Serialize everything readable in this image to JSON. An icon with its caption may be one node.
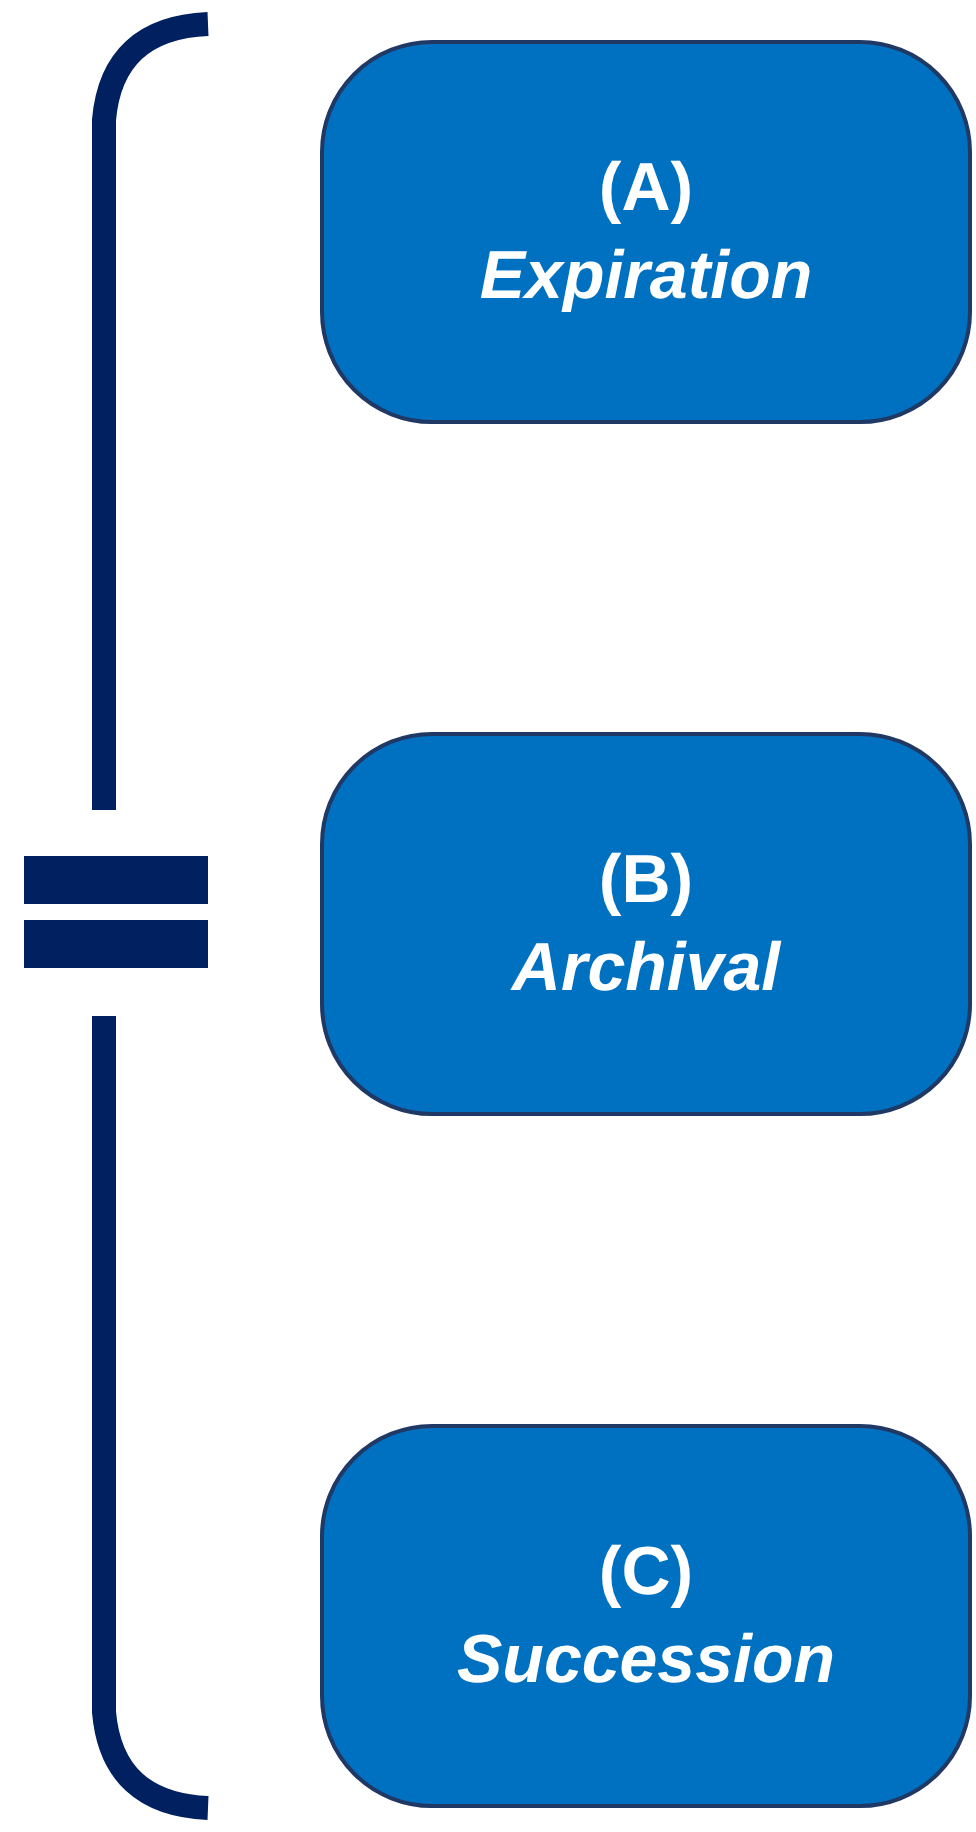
{
  "diagram": {
    "nodes": [
      {
        "text": [
          "(A)",
          "Expiration"
        ]
      },
      {
        "text": [
          "(B)",
          "Archival"
        ]
      },
      {
        "text": [
          "(C)",
          "Succession"
        ]
      }
    ]
  }
}
